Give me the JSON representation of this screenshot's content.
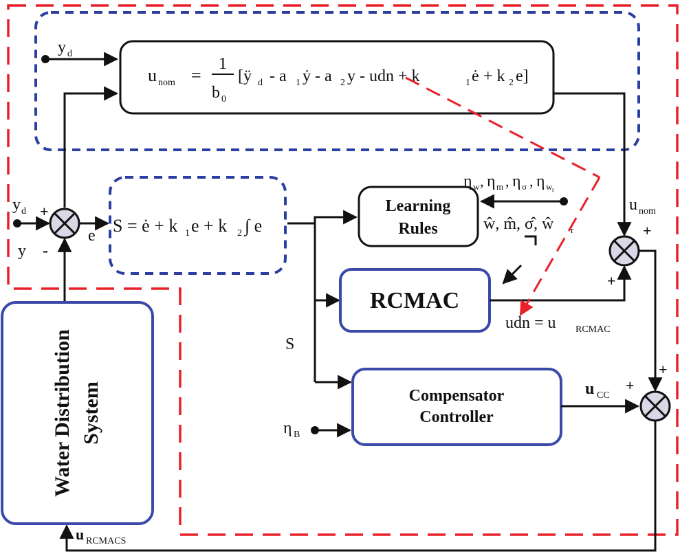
{
  "colors": {
    "red_dash": "#e8202a",
    "blue_dash": "#2b3fa0",
    "block_border": "#3a4aa8",
    "line": "#111111"
  },
  "eq_box": {
    "u": "u",
    "nom": "nom",
    "eq": "=",
    "one": "1",
    "b": "b",
    "zero": "0",
    "rest": "[ÿ",
    "d": "d",
    "rest2": " - a",
    "one_b": "1",
    "ydot": "ẏ",
    "rest3": " - a",
    "two": "2",
    "rest4": "y - udn + k",
    "one_c": "1",
    "edot": "ė",
    "plus": " + k",
    "two_b": "2",
    "end": "e]"
  },
  "inputs": {
    "yd_top_main": "y",
    "yd_top_sub": "d",
    "yd_left_main": "y",
    "yd_left_sub": "d",
    "plus": "+",
    "y": "y",
    "minus": "-",
    "e": "e"
  },
  "sliding": {
    "text": "S = ė + k",
    "sub1": "1",
    "mid": "e + k",
    "sub2": "2",
    "tail": "∫ e"
  },
  "learning": {
    "line1": "Learning",
    "line2": "Rules"
  },
  "params": {
    "etas": "η",
    "w": "w",
    "m": "m",
    "sig": "σ",
    "wr": "w",
    "r": "r",
    "hats": "ŵ, m̂, σ̂, ŵ",
    "hr": "r",
    "comma": ", "
  },
  "rcmac": {
    "label": "RCMAC"
  },
  "udn": {
    "main": "udn = u",
    "sub": "RCMAC"
  },
  "unom": {
    "main": "u",
    "sub": "nom"
  },
  "signs": {
    "p1": "+",
    "p2": "+",
    "p3": "+",
    "p4": "+"
  },
  "s_label": "S",
  "comp": {
    "line1": "Compensator",
    "line2": "Controller"
  },
  "ucc": {
    "main": "u",
    "sub": "CC"
  },
  "etab": {
    "main": "η",
    "sub": "B"
  },
  "plant": {
    "line1": "Water Distribution",
    "line2": "System"
  },
  "urcmacs": {
    "main": "u",
    "sub": "RCMACS"
  }
}
